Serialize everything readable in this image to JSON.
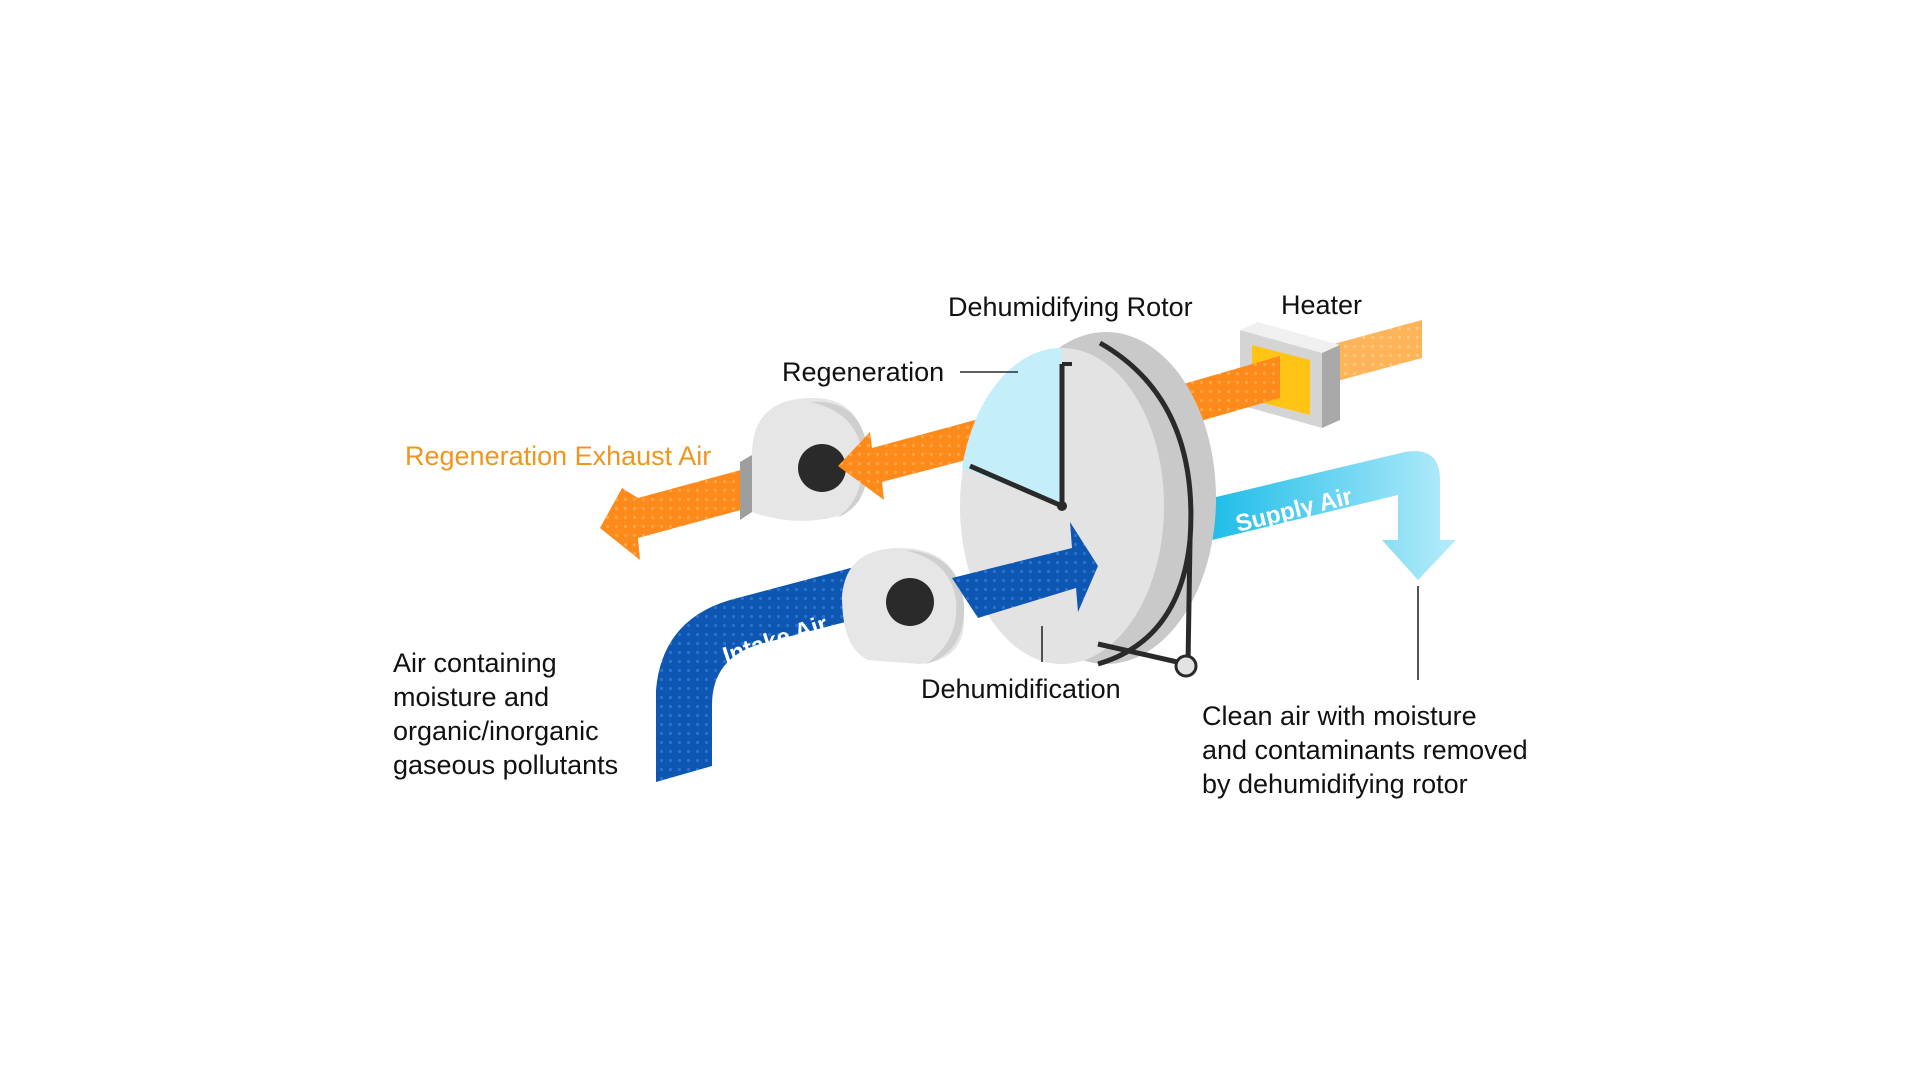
{
  "labels": {
    "dehumidifying_rotor": "Dehumidifying Rotor",
    "heater": "Heater",
    "regeneration": "Regeneration",
    "regeneration_exhaust_air": "Regeneration Exhaust Air",
    "supply_air": "Supply Air",
    "intake_air": "Intake Air",
    "dehumidification": "Dehumidification"
  },
  "notes": {
    "intake_description": [
      "Air containing",
      "moisture and",
      "organic/inorganic",
      "gaseous pollutants"
    ],
    "supply_description": [
      "Clean air with moisture",
      "and contaminants removed",
      "by dehumidifying rotor"
    ]
  },
  "colors": {
    "orange": "#ff8a1c",
    "orange_light": "#ffb45a",
    "orange_text": "#f0961e",
    "blue_dark": "#0d57b3",
    "cyan": "#2ec6ec",
    "cyan_light": "#bff0fb",
    "heater_yellow": "#ffc414",
    "gray_light": "#e3e3e3",
    "gray_mid": "#c7c7c7",
    "outline": "#2a2a2a"
  },
  "icons": {
    "regen_fan": "fan-blower-icon",
    "intake_fan": "fan-blower-icon",
    "heater": "heater-block-icon",
    "rotor": "rotor-wheel-icon"
  }
}
